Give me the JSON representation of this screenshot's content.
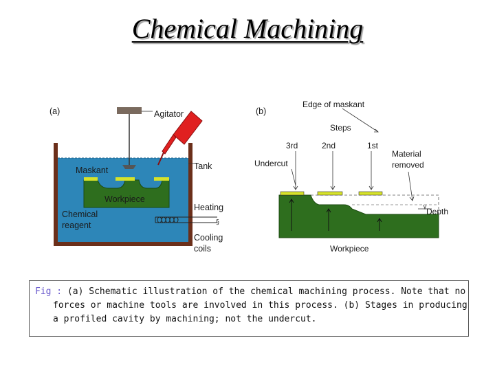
{
  "title": "Chemical Machining",
  "panel_a": {
    "panel_label": "(a)",
    "labels": {
      "agitator": "Agitator",
      "maskant": "Maskant",
      "tank": "Tank",
      "workpiece": "Workpiece",
      "heating": "Heating",
      "chemical_reagent_line1": "Chemical",
      "chemical_reagent_line2": "reagent",
      "cooling_line1": "Cooling",
      "cooling_line2": "coils"
    }
  },
  "panel_b": {
    "panel_label": "(b)",
    "labels": {
      "edge_of_maskant": "Edge of maskant",
      "steps": "Steps",
      "step_3rd": "3rd",
      "step_2nd": "2nd",
      "step_1st": "1st",
      "undercut": "Undercut",
      "material_removed_line1": "Material",
      "material_removed_line2": "removed",
      "depth": "Depth",
      "workpiece": "Workpiece"
    }
  },
  "caption": {
    "label": "Fig :",
    "line1": "(a) Schematic illustration of the chemical machining process. Note that no",
    "line2": "forces or machine tools are involved in this process. (b) Stages in producing",
    "line3": "a profiled cavity by machining; not the undercut."
  },
  "colors": {
    "reagent_blue": "#2d86b8",
    "workpiece_green": "#2e6e1e",
    "maskant_yellow": "#d6e22a",
    "tank_brown": "#6b2f1a",
    "agitator_red": "#e02020",
    "caption_label": "#6a5acd"
  }
}
